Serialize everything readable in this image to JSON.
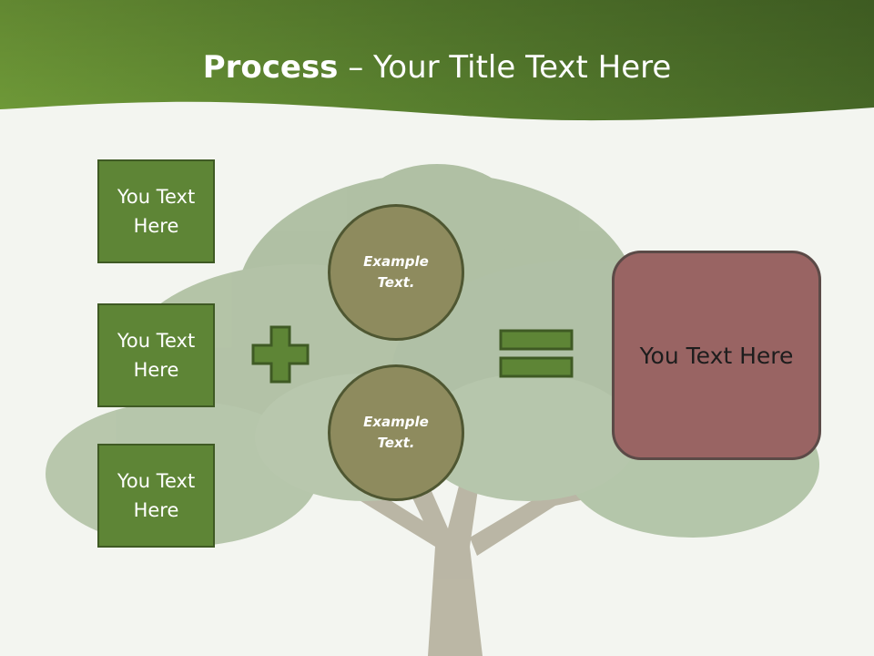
{
  "title": {
    "bold": "Process",
    "rest": " – Your Title Text Here"
  },
  "left_boxes": [
    {
      "label": "You Text Here"
    },
    {
      "label": "You Text Here"
    },
    {
      "label": "You Text Here"
    }
  ],
  "circles": [
    {
      "label": "Example Text."
    },
    {
      "label": "Example Text."
    }
  ],
  "result_box": {
    "label": "You Text Here"
  },
  "colors": {
    "header_green": "#4a6a26",
    "box_green": "#5e8536",
    "circle_olive": "#8e8b5e",
    "result_maroon": "#996463"
  },
  "icons": [
    "plus-icon",
    "equals-icon"
  ]
}
